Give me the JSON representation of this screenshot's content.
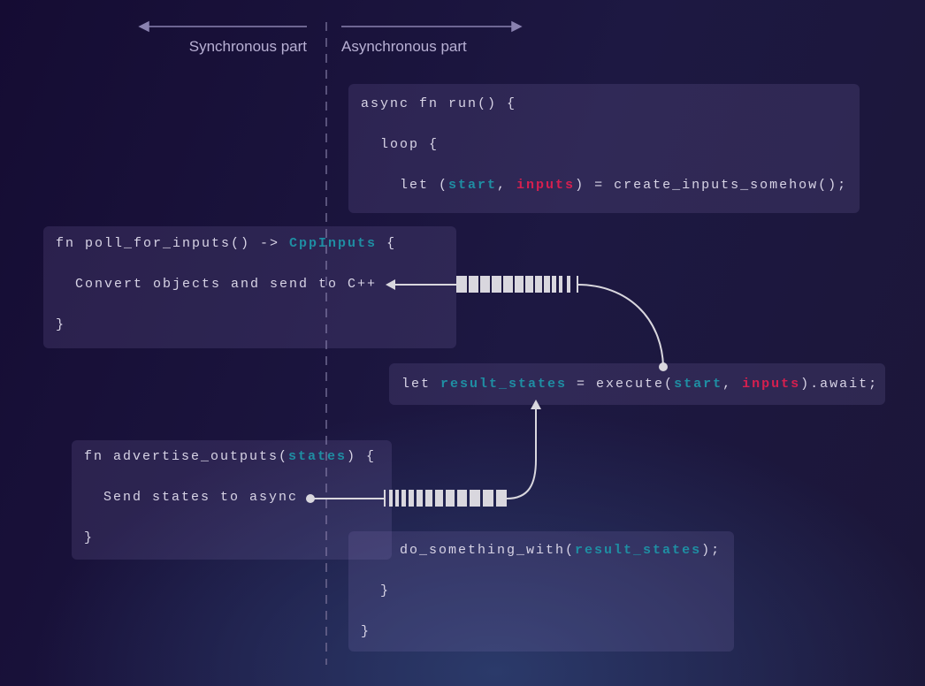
{
  "headers": {
    "sync": "Synchronous part",
    "async": "Asynchronous part"
  },
  "colors": {
    "teal": "#1f8ea3",
    "red": "#d61f4f",
    "text": "#d8d4e6"
  },
  "boxes": [
    {
      "id": "run",
      "lines": [
        [
          [
            "async fn run() {",
            ""
          ]
        ],
        [
          [
            "  loop {",
            ""
          ]
        ],
        [
          [
            "    let (",
            ""
          ],
          [
            "start",
            "teal"
          ],
          [
            ", ",
            ""
          ],
          [
            "inputs",
            "red"
          ],
          [
            ") = create_inputs_somehow();",
            ""
          ]
        ]
      ]
    },
    {
      "id": "poll",
      "lines": [
        [
          [
            "fn poll_for_inputs() -> ",
            ""
          ],
          [
            "CppInputs",
            "teal"
          ],
          [
            " {",
            ""
          ]
        ],
        [
          [
            "  Convert objects and send to C++",
            ""
          ]
        ],
        [
          [
            "}",
            ""
          ]
        ]
      ]
    },
    {
      "id": "execute",
      "lines": [
        [
          [
            "let ",
            ""
          ],
          [
            "result_states",
            "teal"
          ],
          [
            " = execute(",
            ""
          ],
          [
            "start",
            "teal"
          ],
          [
            ", ",
            ""
          ],
          [
            "inputs",
            "red"
          ],
          [
            ").await;",
            ""
          ]
        ]
      ]
    },
    {
      "id": "advertise",
      "lines": [
        [
          [
            "fn advertise_outputs(",
            ""
          ],
          [
            "states",
            "teal"
          ],
          [
            ") {",
            ""
          ]
        ],
        [
          [
            "  Send states to async",
            ""
          ]
        ],
        [
          [
            "}",
            ""
          ]
        ]
      ]
    },
    {
      "id": "tail",
      "lines": [
        [
          [
            "    do_something_with(",
            ""
          ],
          [
            "result_states",
            "teal"
          ],
          [
            ");",
            ""
          ]
        ],
        [
          [
            "  }",
            ""
          ]
        ],
        [
          [
            "}",
            ""
          ]
        ]
      ]
    }
  ]
}
